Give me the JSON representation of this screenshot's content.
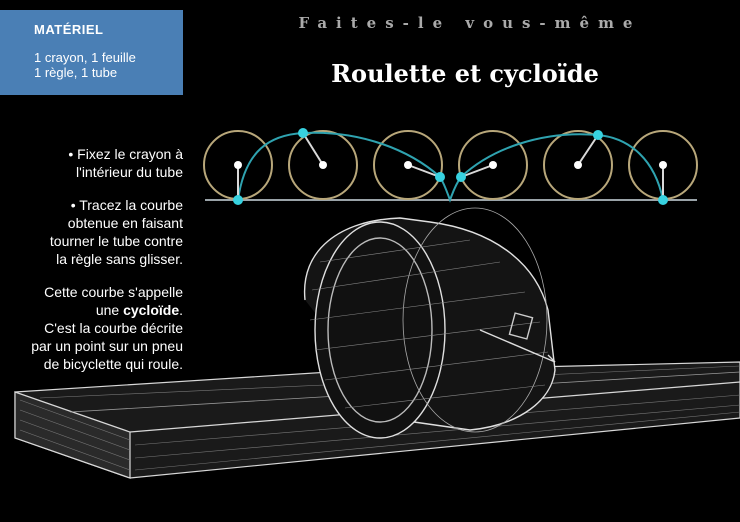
{
  "materiel": {
    "title": "MATÉRIEL",
    "lines": [
      "1 crayon, 1 feuille",
      "1 règle, 1 tube"
    ]
  },
  "header": {
    "kicker": "Faites-le vous-même",
    "title": "Roulette et cycloïde"
  },
  "instructions": {
    "step1": [
      "• Fixez le crayon à",
      "l'intérieur du tube"
    ],
    "step2": [
      "• Tracez la courbe",
      "obtenue en faisant",
      "tourner le tube contre",
      "la règle sans glisser."
    ],
    "note_line1": "Cette courbe s'appelle",
    "note_pre": "une ",
    "note_bold": "cycloïde",
    "note_post": ".",
    "note_rest": [
      "C'est la courbe décrite",
      "par un point sur un pneu",
      "de bicyclette qui roule."
    ]
  },
  "colors": {
    "box": "#4a7fb5",
    "circle": "#b8a77a",
    "curve": "#2fa3b0",
    "dot": "#37d2e0",
    "ruler": "#9aa3a8"
  }
}
